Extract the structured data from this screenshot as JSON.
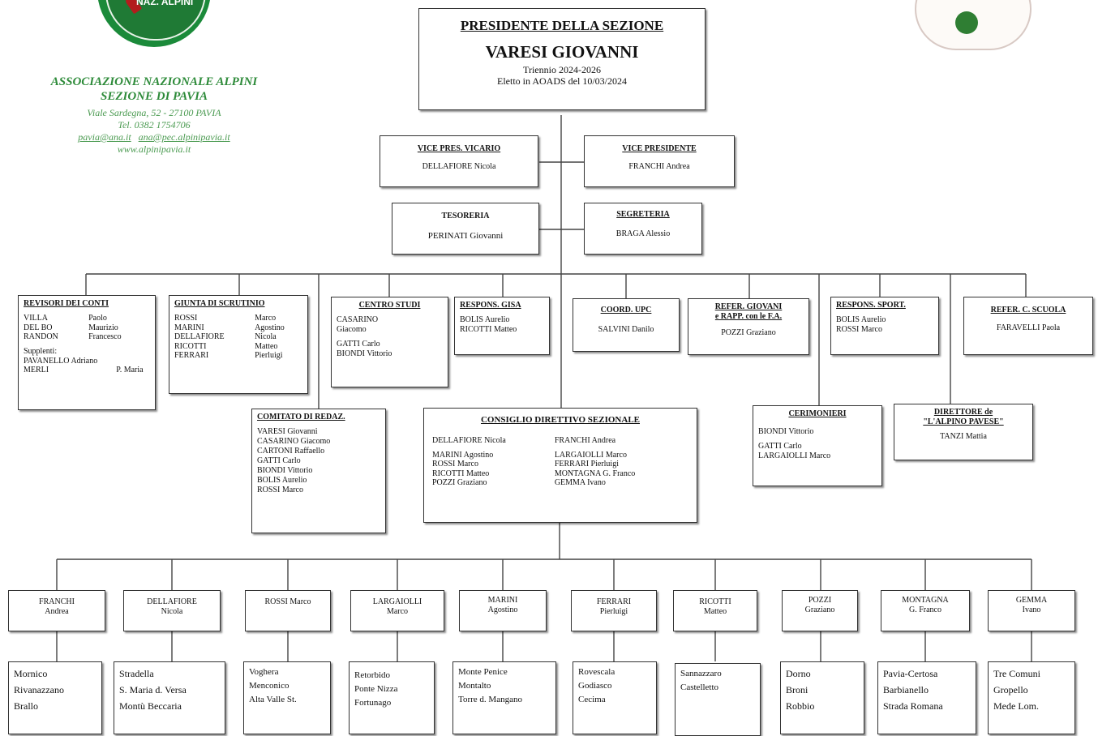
{
  "logos": {
    "left_text": "NAZ. ALPINI",
    "right": "section-badge"
  },
  "association": {
    "name": "ASSOCIAZIONE NAZIONALE ALPINI",
    "section": "SEZIONE DI PAVIA",
    "address": "Viale Sardegna, 52 - 27100 PAVIA",
    "phone": "Tel. 0382 1754706",
    "email1": "pavia@ana.it",
    "email2": "ana@pec.alpinipavia.it",
    "website": "www.alpinipavia.it"
  },
  "president": {
    "title": "PRESIDENTE DELLA SEZIONE",
    "name": "VARESI GIOVANNI",
    "term": "Triennio 2024-2026",
    "elected": "Eletto in AOADS del 10/03/2024"
  },
  "vice_vicario": {
    "title": "VICE PRES. VICARIO",
    "name": "DELLAFIORE Nicola"
  },
  "vice_presidente": {
    "title": "VICE PRESIDENTE",
    "name": "FRANCHI Andrea"
  },
  "tesoreria": {
    "title": "TESORERIA",
    "name": "PERINATI Giovanni"
  },
  "segreteria": {
    "title": "SEGRETERIA",
    "name": "BRAGA Alessio"
  },
  "revisori": {
    "title": "REVISORI DEI CONTI",
    "members": [
      [
        "VILLA",
        "Paolo"
      ],
      [
        "DEL BO",
        "Maurizio"
      ],
      [
        "RANDON",
        "Francesco"
      ]
    ],
    "supplenti_label": "Supplenti:",
    "supplenti": [
      [
        "PAVANELLO Adriano",
        ""
      ],
      [
        "MERLI",
        "P. Maria"
      ]
    ]
  },
  "giunta": {
    "title": "GIUNTA DI SCRUTINIO",
    "members": [
      [
        "ROSSI",
        "Marco"
      ],
      [
        "MARINI",
        "Agostino"
      ],
      [
        "DELLAFIORE",
        "Nicola"
      ],
      [
        "RICOTTI",
        "Matteo"
      ],
      [
        "FERRARI",
        "Pierluigi"
      ]
    ]
  },
  "centro_studi": {
    "title": "CENTRO STUDI",
    "members": [
      "CASARINO",
      "Giacomo",
      "GATTI Carlo",
      "BIONDI Vittorio"
    ]
  },
  "gisa": {
    "title": "RESPONS. GISA",
    "members": [
      "BOLIS Aurelio",
      "RICOTTI Matteo"
    ]
  },
  "upc": {
    "title": "COORD. UPC",
    "members": [
      "SALVINI Danilo"
    ]
  },
  "giovani": {
    "title1": "REFER. GIOVANI",
    "title2": "e RAPP. con le F.A.",
    "members": [
      "POZZI Graziano"
    ]
  },
  "sport": {
    "title": "RESPONS. SPORT.",
    "members": [
      "BOLIS Aurelio",
      "ROSSI Marco"
    ]
  },
  "scuola": {
    "title": "REFER. C. SCUOLA",
    "members": [
      "FARAVELLI Paola"
    ]
  },
  "redazione": {
    "title": "COMITATO DI REDAZ.",
    "members": [
      "VARESI Giovanni",
      "CASARINO Giacomo",
      "CARTONI Raffaello",
      "GATTI Carlo",
      "BIONDI Vittorio",
      "BOLIS Aurelio",
      "ROSSI Marco"
    ]
  },
  "consiglio": {
    "title": "CONSIGLIO DIRETTIVO SEZIONALE",
    "left_top": "DELLAFIORE Nicola",
    "right_top": "FRANCHI Andrea",
    "left": [
      "MARINI Agostino",
      "ROSSI Marco",
      "RICOTTI Matteo",
      "POZZI Graziano"
    ],
    "right": [
      "LARGAIOLLI Marco",
      "FERRARI Pierluigi",
      "MONTAGNA G. Franco",
      "GEMMA Ivano"
    ]
  },
  "cerimonieri": {
    "title": "CERIMONIERI",
    "members": [
      "BIONDI Vittorio",
      "GATTI Carlo",
      "LARGAIOLLI Marco"
    ]
  },
  "direttore": {
    "title1": "DIRETTORE de",
    "title2": "\"L'ALPINO PAVESE\"",
    "name": "TANZI Mattia"
  },
  "councillors": [
    {
      "name1": "FRANCHI",
      "name2": "Andrea",
      "groups": [
        "Mornico",
        "Rivanazzano",
        "Brallo"
      ]
    },
    {
      "name1": "DELLAFIORE",
      "name2": "Nicola",
      "groups": [
        "Stradella",
        "S. Maria d. Versa",
        "Montù Beccaria"
      ]
    },
    {
      "name1": "ROSSI Marco",
      "name2": "",
      "groups": [
        "Voghera",
        "Menconico",
        "Alta Valle St."
      ]
    },
    {
      "name1": "LARGAIOLLI",
      "name2": "Marco",
      "groups": [
        "Retorbido",
        "Ponte Nizza",
        "Fortunago"
      ]
    },
    {
      "name1": "MARINI",
      "name2": "Agostino",
      "groups": [
        "Monte Penice",
        "Montalto",
        "Torre d. Mangano"
      ]
    },
    {
      "name1": "FERRARI",
      "name2": "Pierluigi",
      "groups": [
        "Rovescala",
        "Godiasco",
        "Cecima"
      ]
    },
    {
      "name1": "RICOTTI",
      "name2": "Matteo",
      "groups": [
        "Sannazzaro",
        "Castelletto"
      ]
    },
    {
      "name1": "POZZI",
      "name2": "Graziano",
      "groups": [
        "Dorno",
        "Broni",
        "Robbio"
      ]
    },
    {
      "name1": "MONTAGNA",
      "name2": "G. Franco",
      "groups": [
        "Pavia-Certosa",
        "Barbianello",
        "Strada Romana"
      ]
    },
    {
      "name1": "GEMMA",
      "name2": "Ivano",
      "groups": [
        "Tre Comuni",
        "Gropello",
        "Mede Lom."
      ]
    }
  ]
}
